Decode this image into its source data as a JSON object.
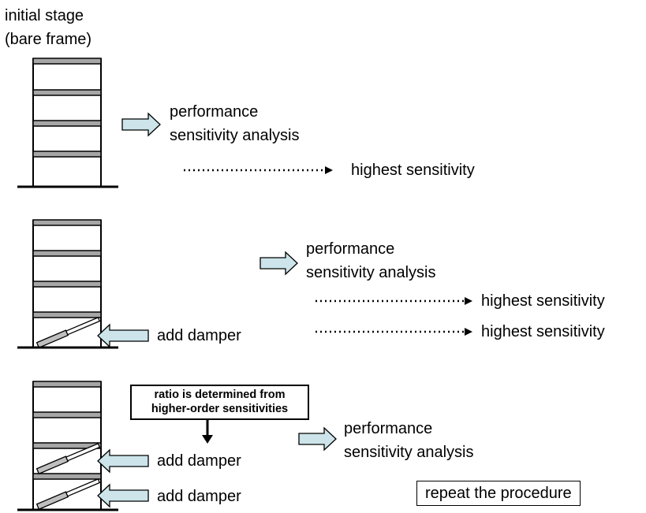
{
  "header": {
    "line1": "initial stage",
    "line2": "(bare frame)"
  },
  "stages": [
    {
      "analysis": {
        "line1": "performance",
        "line2": "sensitivity analysis"
      },
      "results": [
        "highest sensitivity"
      ]
    },
    {
      "analysis": {
        "line1": "performance",
        "line2": "sensitivity analysis"
      },
      "results": [
        "highest sensitivity",
        "highest sensitivity"
      ],
      "damper_labels": [
        "add damper"
      ]
    },
    {
      "note": {
        "line1": "ratio is determined from",
        "line2": "higher-order sensitivities"
      },
      "analysis": {
        "line1": "performance",
        "line2": "sensitivity analysis"
      },
      "damper_labels": [
        "add damper",
        "add damper"
      ],
      "footer": "repeat the procedure"
    }
  ],
  "colors": {
    "floor_fill": "#a6a6a6",
    "arrow_fill": "#cce4ea",
    "line": "#000000"
  }
}
